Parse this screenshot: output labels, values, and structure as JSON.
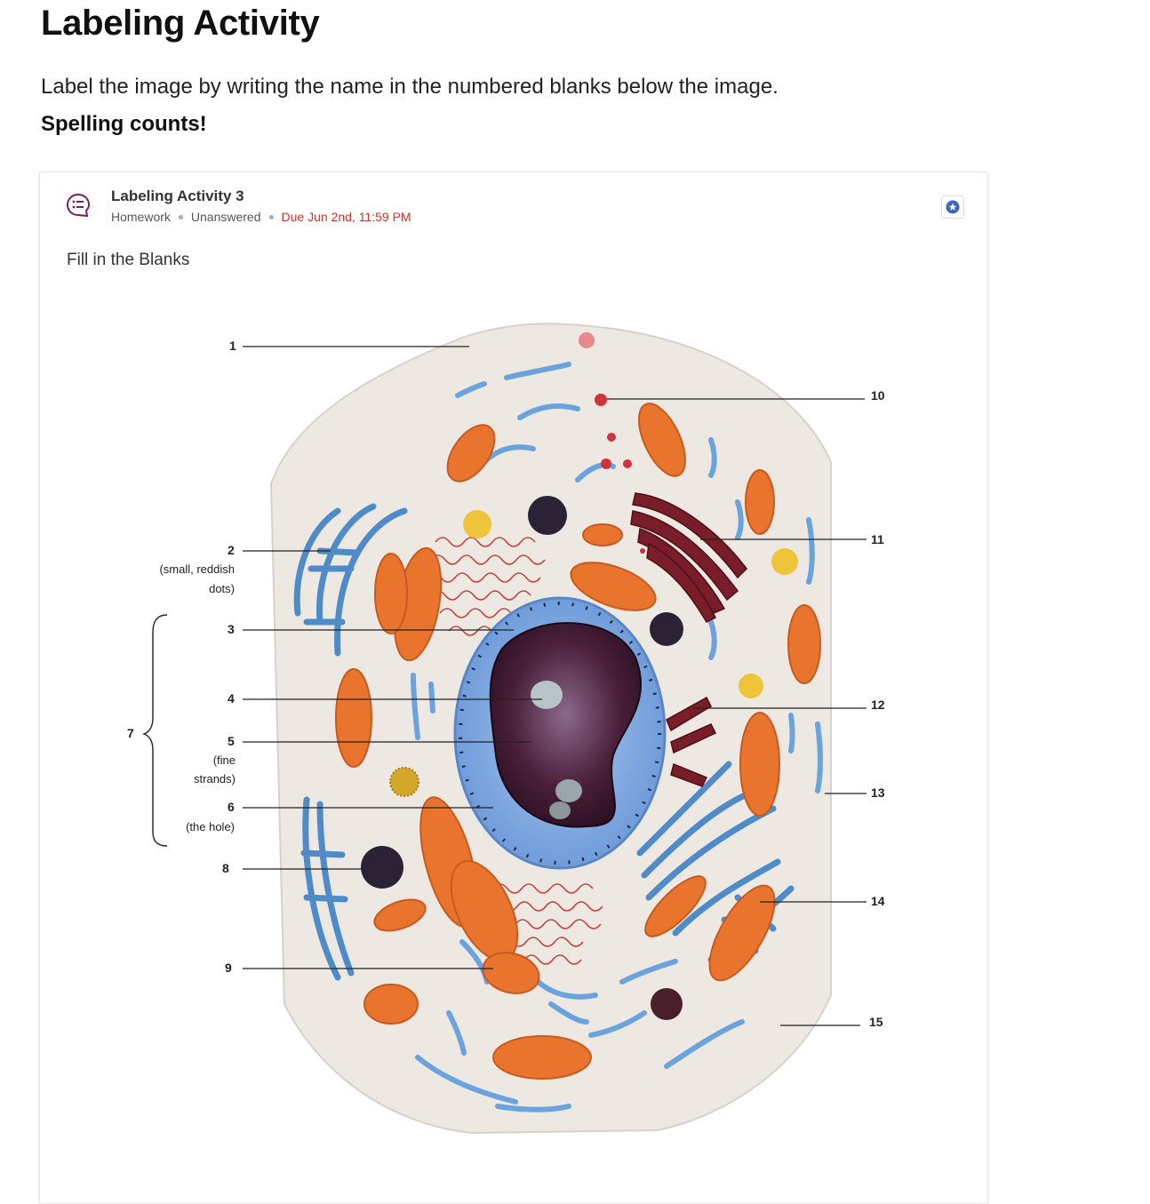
{
  "page": {
    "title": "Labeling Activity",
    "instructions": "Label the image by writing the name in the numbered blanks below the image.",
    "emphasis": "Spelling counts!"
  },
  "question": {
    "title": "Labeling Activity 3",
    "category": "Homework",
    "status": "Unanswered",
    "due": "Due Jun 2nd, 11:59 PM",
    "type_label": "Fill in the Blanks",
    "icon": "quiz-list-icon",
    "bookmark_icon": "star-icon"
  },
  "figure": {
    "labels": {
      "n1": "1",
      "n2": "2",
      "n2_note_a": "(small, reddish",
      "n2_note_b": "dots)",
      "n3": "3",
      "n4": "4",
      "n5": "5",
      "n5_note_a": "(fine",
      "n5_note_b": "strands)",
      "n6": "6",
      "n6_note": "(the hole)",
      "n7": "7",
      "n8": "8",
      "n9": "9",
      "n10": "10",
      "n11": "11",
      "n12": "12",
      "n13": "13",
      "n14": "14",
      "n15": "15"
    }
  },
  "colors": {
    "accent": "#3a66c4",
    "due": "#c8372d",
    "icon": "#7a1f5c"
  }
}
